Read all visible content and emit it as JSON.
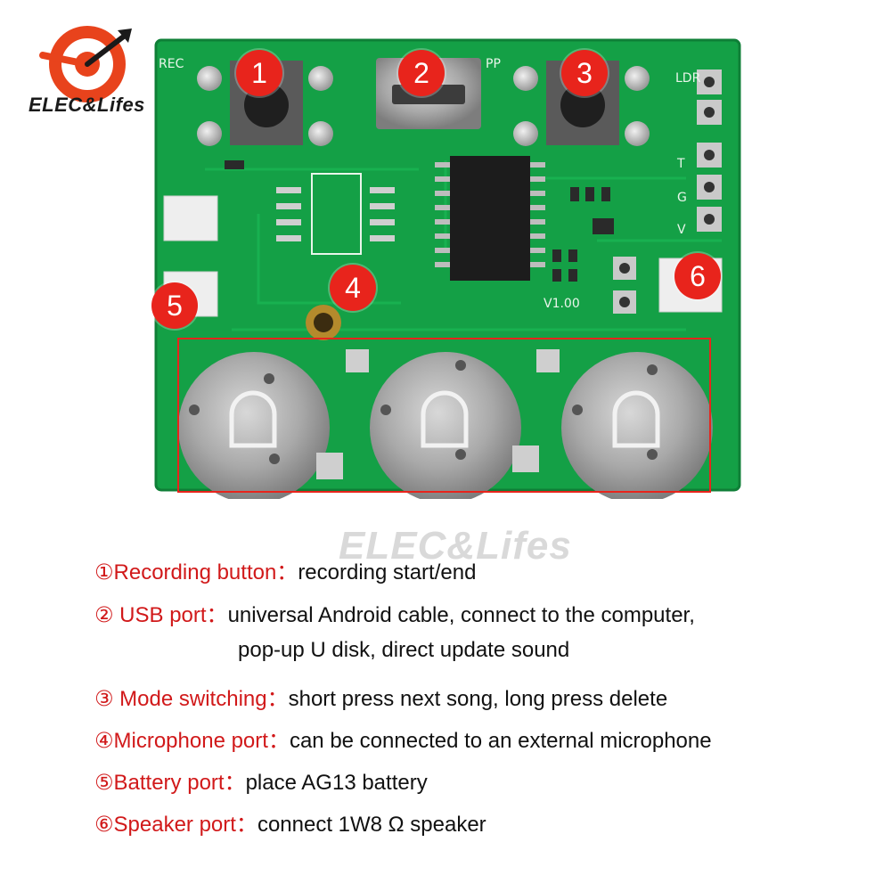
{
  "brand": {
    "logo_text": "ELEC&Lifes",
    "watermark": "ELEC&Lifes",
    "accent_color": "#e8241c"
  },
  "board": {
    "pcb_color": "#14a046",
    "silk_labels": [
      "REC",
      "PP",
      "LDR",
      "T",
      "G",
      "V",
      "V1.00"
    ],
    "battery_count": 3
  },
  "badges": [
    "1",
    "2",
    "3",
    "4",
    "5",
    "6"
  ],
  "descriptions": [
    {
      "label": "①Recording button：",
      "text": "recording start/end"
    },
    {
      "label": "② USB port：",
      "text": "universal Android cable, connect to the computer,"
    },
    {
      "label": "",
      "text": "pop-up U disk, direct update sound"
    },
    {
      "label": "③ Mode switching：",
      "text": "short press next song, long press delete"
    },
    {
      "label": "④Microphone port：",
      "text": "can be connected to an external microphone"
    },
    {
      "label": "⑤Battery port：",
      "text": "place AG13 battery"
    },
    {
      "label": "⑥Speaker port：",
      "text": "connect 1W8 Ω speaker"
    }
  ]
}
